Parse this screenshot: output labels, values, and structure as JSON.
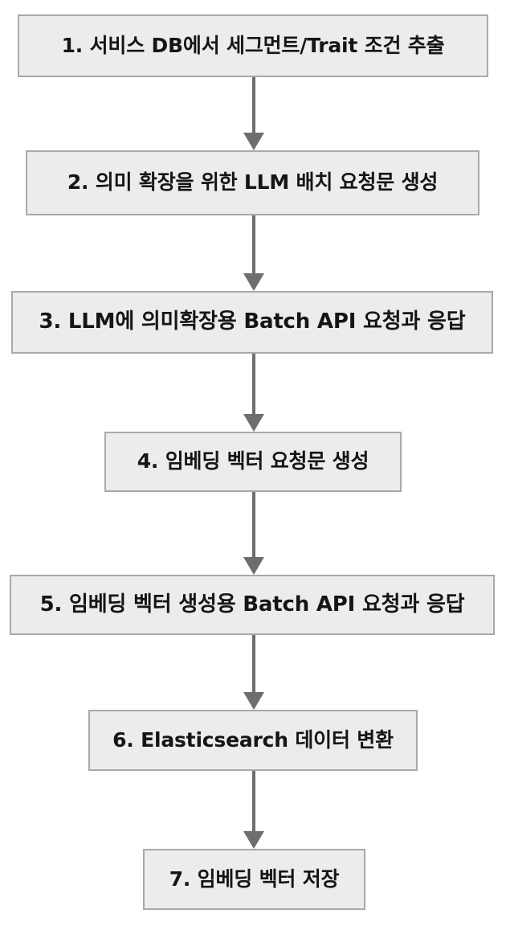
{
  "diagram": {
    "type": "flowchart",
    "orientation": "top-to-bottom",
    "background_color": "#ffffff",
    "node_fill_color": "#ececec",
    "node_border_color": "#a9a9a9",
    "node_text_color": "#151515",
    "arrow_color": "#6e6e6e",
    "nodes": [
      {
        "id": "step-1",
        "label": "1. 서비스 DB에서 세그먼트/Trait 조건 추출"
      },
      {
        "id": "step-2",
        "label": "2. 의미 확장을 위한 LLM 배치 요청문 생성"
      },
      {
        "id": "step-3",
        "label": "3. LLM에 의미확장용 Batch API 요청과 응답"
      },
      {
        "id": "step-4",
        "label": "4. 임베딩 벡터 요청문 생성"
      },
      {
        "id": "step-5",
        "label": "5. 임베딩 벡터 생성용 Batch API 요청과 응답"
      },
      {
        "id": "step-6",
        "label": "6. Elasticsearch 데이터 변환"
      },
      {
        "id": "step-7",
        "label": "7. 임베딩 벡터 저장"
      }
    ],
    "connectors": [
      {
        "id": "arrow-1-2",
        "from": "step-1",
        "to": "step-2"
      },
      {
        "id": "arrow-2-3",
        "from": "step-2",
        "to": "step-3"
      },
      {
        "id": "arrow-3-4",
        "from": "step-3",
        "to": "step-4"
      },
      {
        "id": "arrow-4-5",
        "from": "step-4",
        "to": "step-5"
      },
      {
        "id": "arrow-5-6",
        "from": "step-5",
        "to": "step-6"
      },
      {
        "id": "arrow-6-7",
        "from": "step-6",
        "to": "step-7"
      }
    ]
  }
}
